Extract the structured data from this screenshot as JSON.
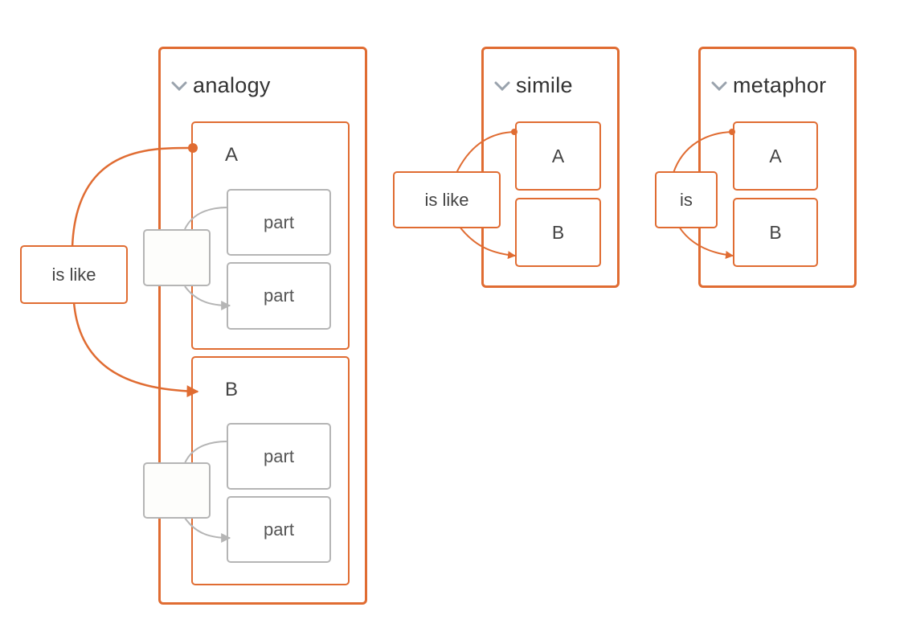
{
  "colors": {
    "accent": "#e06c32",
    "part_border": "#b5b5b5",
    "text": "#444444",
    "chevron": "#9aa3ad"
  },
  "groups": {
    "analogy": {
      "title": "analogy",
      "relation": "is like",
      "a": {
        "label": "A",
        "parts": [
          "part",
          "part"
        ]
      },
      "b": {
        "label": "B",
        "parts": [
          "part",
          "part"
        ]
      }
    },
    "simile": {
      "title": "simile",
      "relation": "is like",
      "a": {
        "label": "A"
      },
      "b": {
        "label": "B"
      }
    },
    "metaphor": {
      "title": "metaphor",
      "relation": "is",
      "a": {
        "label": "A"
      },
      "b": {
        "label": "B"
      }
    }
  }
}
